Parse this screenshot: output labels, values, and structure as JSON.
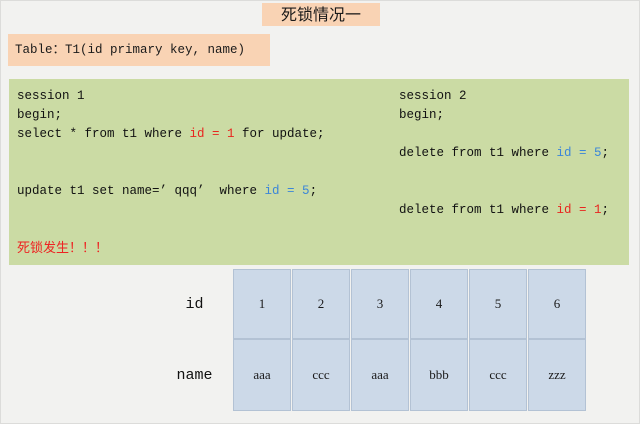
{
  "title": "死锁情况一",
  "table_declaration": "Table：T1(id primary key, name)",
  "colors": {
    "title_bg": "#f9d3b4",
    "panel_bg": "#cbdba4",
    "cell_bg": "#ccd9e8",
    "cell_border": "#b3c2d4",
    "highlight_red": "#e8251f",
    "highlight_blue": "#3b86d8",
    "alert_red": "#ee2222",
    "page_bg": "#f2f2f0"
  },
  "sessions": {
    "left": {
      "header": "session 1",
      "lines": [
        {
          "pre": "begin;",
          "hl": "",
          "hl_color": "",
          "post": ""
        },
        {
          "pre": "select * from t1 where ",
          "hl": "id = 1",
          "hl_color": "red",
          "post": " for update;"
        },
        {
          "pre": "",
          "hl": "",
          "hl_color": "",
          "post": ""
        },
        {
          "pre": "",
          "hl": "",
          "hl_color": "",
          "post": ""
        },
        {
          "pre": "update t1 set name=’ qqq’  where ",
          "hl": "id = 5",
          "hl_color": "blue",
          "post": ";"
        },
        {
          "pre": "",
          "hl": "",
          "hl_color": "",
          "post": ""
        },
        {
          "pre": "",
          "hl": "",
          "hl_color": "",
          "post": ""
        }
      ],
      "alert": "死锁发生！！！"
    },
    "right": {
      "header": "session 2",
      "lines": [
        {
          "pre": "begin;",
          "hl": "",
          "hl_color": "",
          "post": ""
        },
        {
          "pre": "",
          "hl": "",
          "hl_color": "",
          "post": ""
        },
        {
          "pre": "delete from t1 where ",
          "hl": "id = 5",
          "hl_color": "blue",
          "post": ";"
        },
        {
          "pre": "",
          "hl": "",
          "hl_color": "",
          "post": ""
        },
        {
          "pre": "",
          "hl": "",
          "hl_color": "",
          "post": ""
        },
        {
          "pre": "delete from t1 where ",
          "hl": "id = 1",
          "hl_color": "red",
          "post": ";"
        },
        {
          "pre": "",
          "hl": "",
          "hl_color": "",
          "post": ""
        }
      ],
      "alert": ""
    }
  },
  "data_table": {
    "rows": [
      {
        "label": "id",
        "values": [
          "1",
          "2",
          "3",
          "4",
          "5",
          "6"
        ]
      },
      {
        "label": "name",
        "values": [
          "aaa",
          "ccc",
          "aaa",
          "bbb",
          "ccc",
          "zzz"
        ]
      }
    ]
  }
}
